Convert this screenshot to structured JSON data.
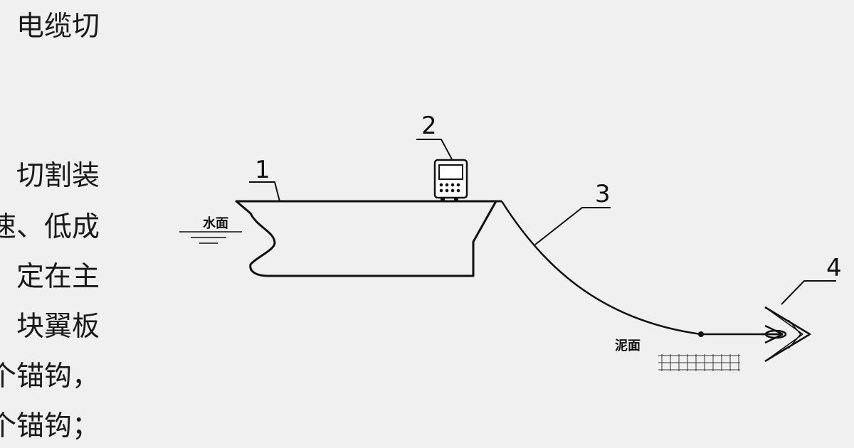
{
  "side_text": {
    "lines": [
      "电缆切",
      "切割装",
      "速、低成",
      "定在主",
      "块翼板",
      "个锚钩，",
      "个锚钩；"
    ]
  },
  "diagram": {
    "labels": {
      "ship": "1",
      "device": "2",
      "cable": "3",
      "anchor": "4"
    },
    "water_surface_label": "水面",
    "mud_surface_label": "泥面"
  }
}
